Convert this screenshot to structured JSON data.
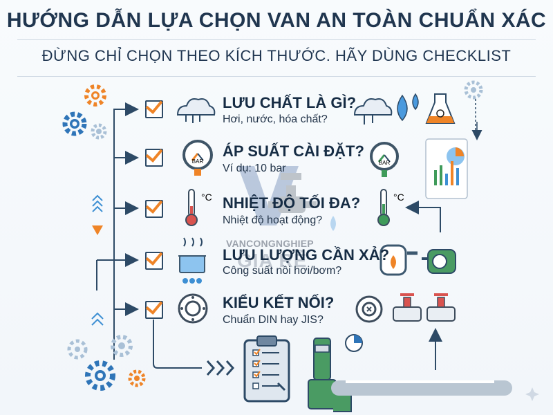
{
  "header": {
    "title": "HƯỚNG DẪN LỰA CHỌN VAN AN TOÀN CHUẨN XÁC",
    "subtitle": "ĐỪNG CHỈ CHỌN THEO KÍCH THƯỚC. HÃY DÙNG CHECKLIST"
  },
  "checklist": [
    {
      "title": "LƯU CHẤT LÀ GÌ?",
      "desc": "Hơi, nước, hóa chất?"
    },
    {
      "title": "ÁP SUẤT CÀI ĐẶT?",
      "desc": "Ví dụ: 10 bar"
    },
    {
      "title": "NHIỆT ĐỘ TỐI ĐA?",
      "desc": "Nhiệt độ hoạt động?"
    },
    {
      "title": "LƯU LƯỢNG CẦN XẢ?",
      "desc": "Công suất nồi hơi/bơm?"
    },
    {
      "title": "KIỂU KẾT NỐI?",
      "desc": "Chuẩn DIN hay JIS?"
    }
  ],
  "icons": {
    "gauge_label": "BAR",
    "temp_label": "°C"
  },
  "watermark": {
    "brand": "VANCONGNGHIEP",
    "tag": "GIA RẺ"
  },
  "colors": {
    "navy": "#2d4a66",
    "orange": "#ef8427",
    "blue": "#3d8fd3",
    "green": "#3f9b5a",
    "red": "#d9534f"
  }
}
